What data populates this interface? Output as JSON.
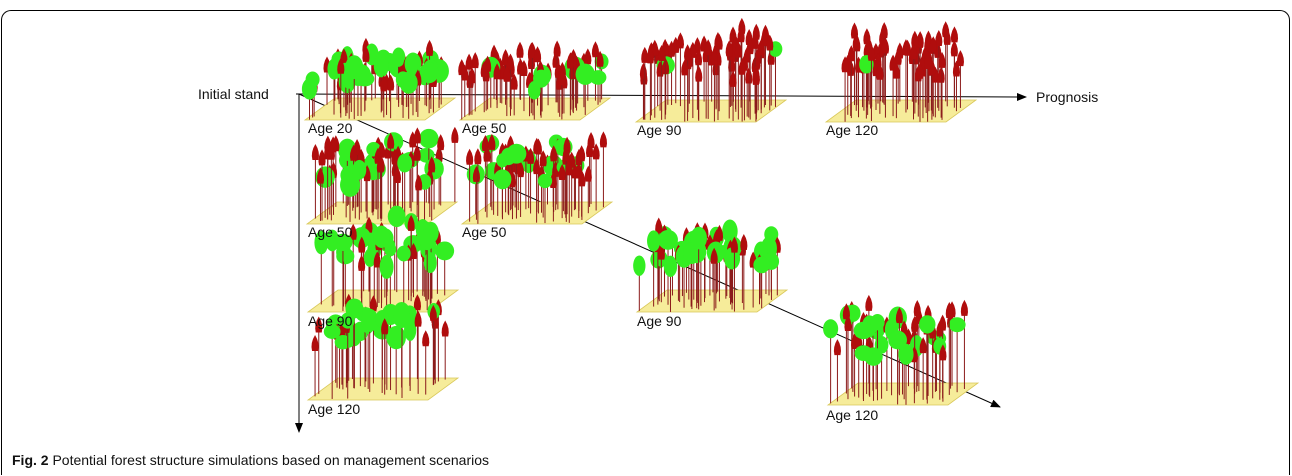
{
  "labels": {
    "initial_stand": "Initial stand",
    "prognosis": "Prognosis"
  },
  "stands": [
    {
      "id": "s1",
      "label": "Age 20",
      "density": 0.85,
      "green": 0.45
    },
    {
      "id": "s2",
      "label": "Age 50",
      "density": 0.9,
      "green": 0.12
    },
    {
      "id": "s3",
      "label": "Age 90",
      "density": 0.95,
      "green": 0.06
    },
    {
      "id": "s4",
      "label": "Age 120",
      "density": 0.95,
      "green": 0.04
    },
    {
      "id": "s5",
      "label": "Age 50",
      "density": 0.85,
      "green": 0.35
    },
    {
      "id": "s6",
      "label": "Age 50",
      "density": 0.8,
      "green": 0.3
    },
    {
      "id": "s7",
      "label": "Age 90",
      "density": 0.45,
      "green": 0.5
    },
    {
      "id": "s8",
      "label": "Age 90",
      "density": 0.7,
      "green": 0.55
    },
    {
      "id": "s9",
      "label": "Age 120",
      "density": 0.35,
      "green": 0.55
    },
    {
      "id": "s10",
      "label": "Age 120",
      "density": 0.6,
      "green": 0.45
    }
  ],
  "caption": {
    "figure": "Fig. 2",
    "text": " Potential forest structure simulations based on management scenarios"
  },
  "colors": {
    "ground": "#f6ec9a",
    "ground_edge": "#d9c85a",
    "trunk": "#8b1a1a",
    "conifer": "#b00d0d",
    "broadleaf": "#33ee22"
  }
}
